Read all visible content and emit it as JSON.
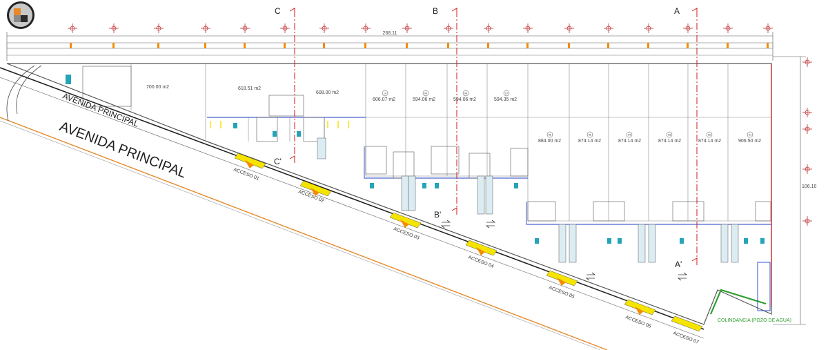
{
  "plan": {
    "overall_width": "268.11",
    "overall_depth": "106.10",
    "streets": [
      "AVENIDA PRINCIPAL",
      "AVENIDA PRINCIPAL"
    ],
    "lots": [
      {
        "num": "",
        "area": "700.00 m2"
      },
      {
        "num": "",
        "area": "618.51 m2"
      },
      {
        "num": "",
        "area": "608.00 m2"
      },
      {
        "num": "10",
        "area": "606.07 m2"
      },
      {
        "num": "09",
        "area": "594.06 m2"
      },
      {
        "num": "08",
        "area": "594.06 m2"
      },
      {
        "num": "07",
        "area": "594.35 m2"
      },
      {
        "num": "06",
        "area": "884.00 m2"
      },
      {
        "num": "05",
        "area": "874.14 m2"
      },
      {
        "num": "04",
        "area": "874.14 m2"
      },
      {
        "num": "03",
        "area": "874.14 m2"
      },
      {
        "num": "02",
        "area": "874.14 m2"
      },
      {
        "num": "01",
        "area": "906.50 m2"
      }
    ],
    "accesses": [
      "ACCESO 01",
      "ACCESO 02",
      "ACCESO 03",
      "ACCESO 04",
      "ACCESO 05",
      "ACCESO 06",
      "ACCESO 07"
    ],
    "sections": {
      "a": "A",
      "a2": "A'",
      "b": "B",
      "b2": "B'",
      "c": "C",
      "c2": "C'"
    },
    "boundary_note": "COLINDANCIA (POZO DE AGUA)",
    "colors": {
      "line": "#555555",
      "blue": "#1e3cc8",
      "yellow": "#f5e400",
      "orange": "#f28c00",
      "red": "#d21a1a",
      "green": "#2e9e2e",
      "cyan": "#24a4b8"
    }
  }
}
